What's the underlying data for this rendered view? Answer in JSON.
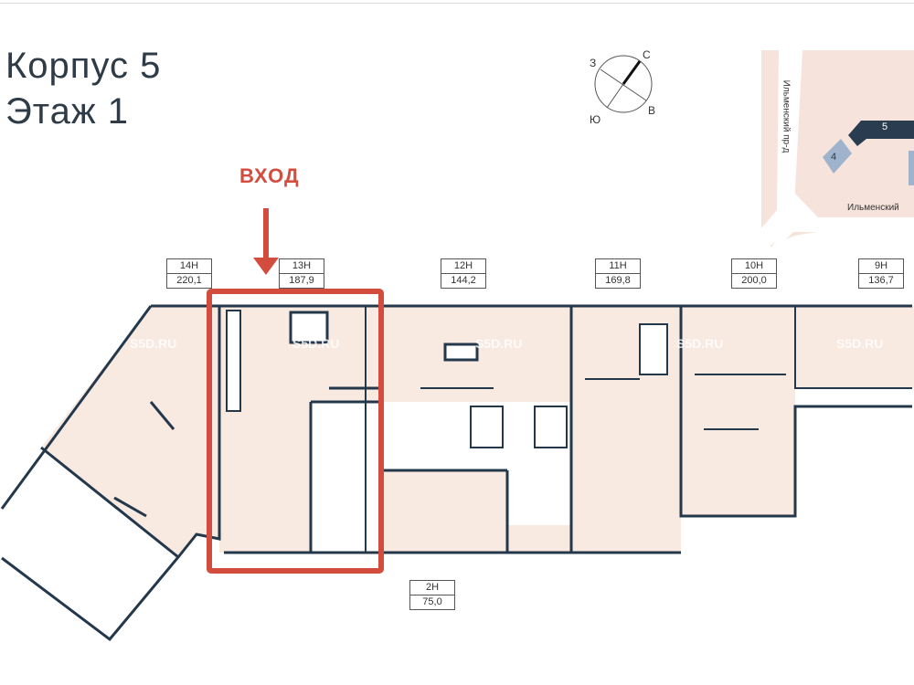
{
  "header": {
    "building": "Корпус 5",
    "floor": "Этаж 1"
  },
  "entrance_label": "ВХОД",
  "compass": {
    "north": "С",
    "east": "В",
    "south": "Ю",
    "west": "З"
  },
  "site_map": {
    "street_vertical": "Ильменский пр-д",
    "street_horizontal": "Ильменский",
    "buildings": [
      "5",
      "4"
    ]
  },
  "units": [
    {
      "id": "14Н",
      "area": "220,1"
    },
    {
      "id": "13Н",
      "area": "187,9"
    },
    {
      "id": "12Н",
      "area": "144,2"
    },
    {
      "id": "11Н",
      "area": "169,8"
    },
    {
      "id": "10Н",
      "area": "200,0"
    },
    {
      "id": "9Н",
      "area": "136,7"
    },
    {
      "id": "2Н",
      "area": "75,0"
    }
  ],
  "watermark": "S5D.RU",
  "colors": {
    "highlight": "#d34d3f",
    "floor_fill": "#f8e9e1",
    "walls": "#24384b",
    "map_bg": "#f6e4dc",
    "current_building": "#2a3d50",
    "other_building": "#9fb3cc"
  }
}
